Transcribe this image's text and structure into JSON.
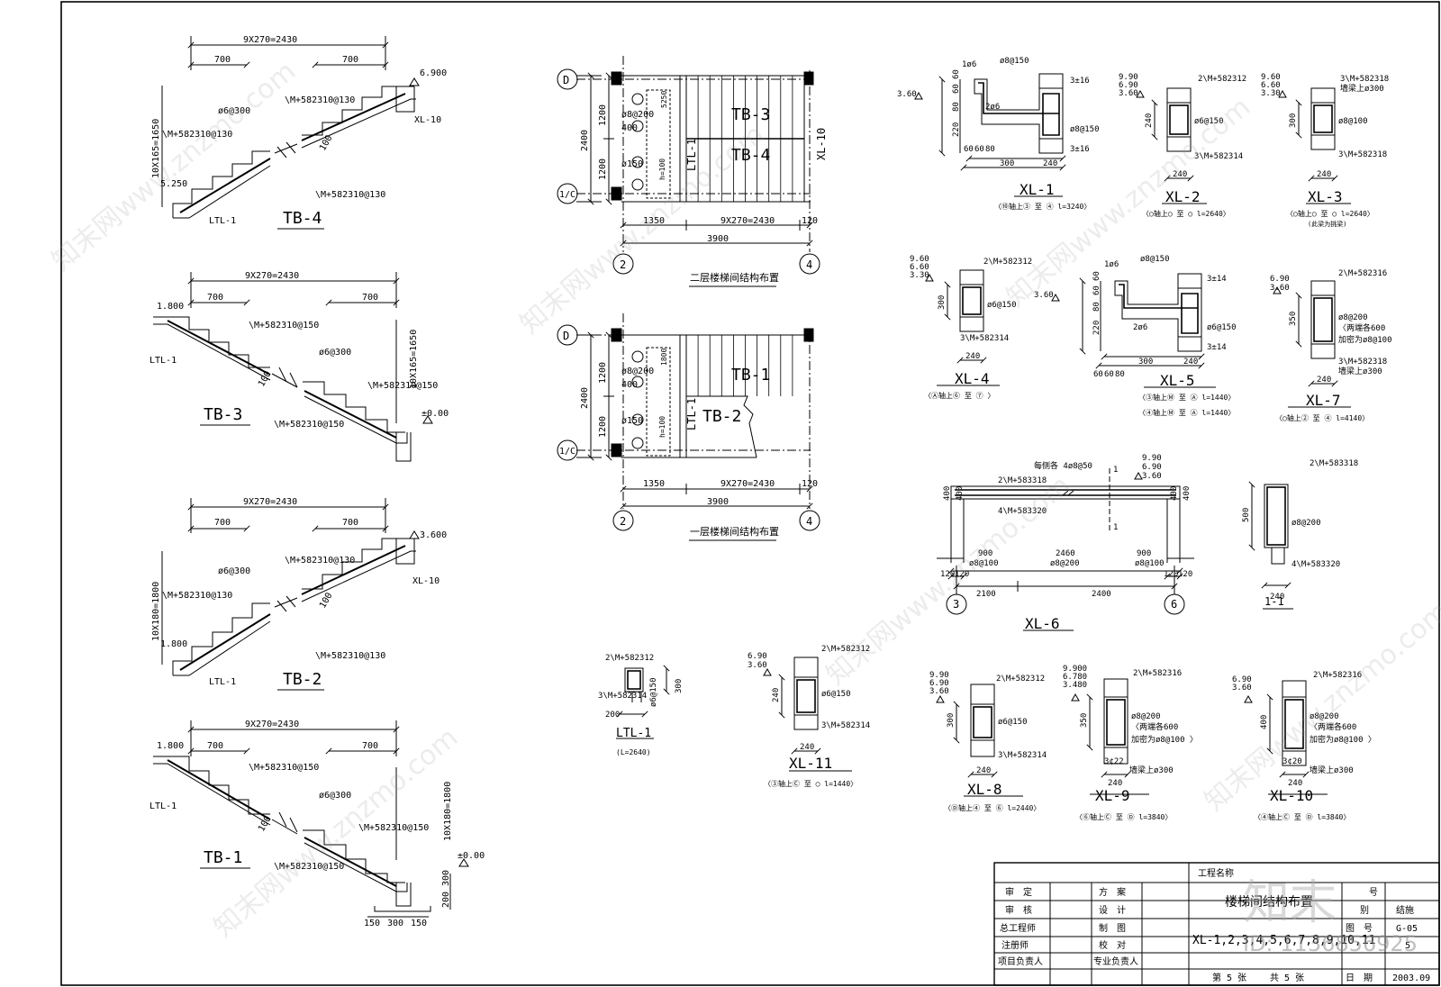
{
  "stair_sections": {
    "tb4": {
      "label": "TB-4",
      "top_dim": "9X270=2430",
      "dim_left": "700",
      "dim_right": "700",
      "vert_dim": "10X165=1650",
      "elev_top": "6.900",
      "elev_bot": "5.250",
      "rebar_top": "\\M+582310@130",
      "rebar_mid": "\\M+582310@130",
      "rebar_bot": "\\M+582310@130",
      "dist": "ø6@300",
      "thick": "100",
      "beam_top": "XL-10",
      "beam_bot": "LTL-1"
    },
    "tb3": {
      "label": "TB-3",
      "top_dim": "9X270=2430",
      "dim_left": "700",
      "dim_right": "700",
      "vert_dim": "10X165=1650",
      "elev_top": "1.800",
      "elev_bot": "±0.00",
      "rebar_top": "\\M+582310@150",
      "rebar_mid": "\\M+582310@150",
      "rebar_bot": "\\M+582310@150",
      "dist": "ø6@300",
      "thick": "100",
      "beam_top": "LTL-1"
    },
    "tb2": {
      "label": "TB-2",
      "top_dim": "9X270=2430",
      "dim_left": "700",
      "dim_right": "700",
      "vert_dim": "10X180=1800",
      "elev_top": "3.600",
      "elev_bot": "1.800",
      "rebar_top": "\\M+582310@130",
      "rebar_mid": "\\M+582310@130",
      "rebar_bot": "\\M+582310@130",
      "dist": "ø6@300",
      "thick": "100",
      "beam_top": "XL-10",
      "beam_bot": "LTL-1"
    },
    "tb1": {
      "label": "TB-1",
      "top_dim": "9X270=2430",
      "dim_left": "700",
      "dim_right": "700",
      "vert_dim": "10X180=1800",
      "elev_top": "1.800",
      "elev_bot": "±0.00",
      "rebar_top": "\\M+582310@150",
      "rebar_mid": "\\M+582310@150",
      "rebar_bot": "\\M+582310@150",
      "dist": "ø6@300",
      "thick": "100",
      "beam_top": "LTL-1",
      "found_h1": "200",
      "found_h2": "300",
      "found_w1": "150",
      "found_w2": "300",
      "found_w3": "150"
    }
  },
  "plans": {
    "second": {
      "title": "二层楼梯间结构布置",
      "axis_d": "D",
      "axis_c": "1/C",
      "axis_2": "2",
      "axis_4": "4",
      "dim_2400": "2400",
      "dim_1200a": "1200",
      "dim_1200b": "1200",
      "dim_1350": "1350",
      "dim_run": "9X270=2430",
      "dim_120": "120",
      "dim_total": "3900",
      "slab_a": "TB-3",
      "slab_b": "TB-4",
      "beam_v": "XL-10",
      "beam_l": "LTL-1",
      "note_a": "ø8@200",
      "note_b": "400",
      "note_c": "ø150",
      "note_d": "h=100",
      "note_e": "5250"
    },
    "first": {
      "title": "一层楼梯间结构布置",
      "axis_d": "D",
      "axis_c": "1/C",
      "axis_2": "2",
      "axis_4": "4",
      "dim_2400": "2400",
      "dim_1200a": "1200",
      "dim_1200b": "1200",
      "dim_1350": "1350",
      "dim_run": "9X270=2430",
      "dim_120": "120",
      "dim_total": "3900",
      "slab_a": "TB-1",
      "slab_b": "TB-2",
      "beam_l": "LTL-1",
      "note_a": "ø8@200",
      "note_b": "400",
      "note_c": "ø150",
      "note_d": "h=100",
      "note_e": "1800"
    }
  },
  "beams": {
    "xl1": {
      "name": "XL-1",
      "elev": "3.60",
      "top": "1ø6",
      "stir": "ø8@150",
      "r1": "3±16",
      "r2": "3±16",
      "r3": "2ø6",
      "dims": [
        "300",
        "240"
      ],
      "left_dims": [
        "60",
        "60",
        "80",
        "220"
      ],
      "bot_dims": [
        "60",
        "60",
        "80"
      ],
      "stir2": "ø8@150",
      "loc": "〈⑩轴上③ 至 ④ l=3240〉"
    },
    "xl2": {
      "name": "XL-2",
      "elev": [
        "9.90",
        "6.90",
        "3.60"
      ],
      "top": "2\\M+582312",
      "stir": "ø6@150",
      "bot": "3\\M+582314",
      "h": "240",
      "w": "240",
      "loc": "〈◯轴上◯ 至 ◯ l=2640〉"
    },
    "xl3": {
      "name": "XL-3",
      "elev": [
        "9.60",
        "6.60",
        "3.30"
      ],
      "top": "3\\M+582318",
      "top2": "墙梁上ø300",
      "stir": "ø8@100",
      "bot": "3\\M+582318",
      "h": "300",
      "w": "240",
      "loc": "〈◯轴上◯ 至 ◯ l=2640〉",
      "sub": "(此梁为挑梁)"
    },
    "xl4": {
      "name": "XL-4",
      "elev": [
        "9.60",
        "6.60",
        "3.30"
      ],
      "top": "2\\M+582312",
      "stir": "ø6@150",
      "bot": "3\\M+582314",
      "h": "300",
      "w": "240",
      "loc": "〈Ⓐ轴上⑥ 至 ⑦ 〉"
    },
    "xl5": {
      "name": "XL-5",
      "elev": "3.60",
      "top": "1ø6",
      "stir": "ø8@150",
      "r1": "3±14",
      "r2": "3±14",
      "r3": "2ø6",
      "stir2": "ø6@150",
      "dims": [
        "300",
        "240"
      ],
      "left_dims": [
        "60",
        "60",
        "80",
        "220"
      ],
      "bot_dims": [
        "60",
        "60",
        "80"
      ],
      "loc1": "〈③轴上Ⓜ 至 Ⓐ l=1440〉",
      "loc2": "〈④轴上Ⓜ 至 Ⓐ l=1440〉"
    },
    "xl7": {
      "name": "XL-7",
      "elev": [
        "6.90",
        "3.60"
      ],
      "top": "2\\M+582316",
      "stir": "ø8@200",
      "note1": "〈两端各600",
      "note2": "加密为ø8@100",
      "bot": "3\\M+582318",
      "bot2": "墙梁上ø300",
      "h": "350",
      "w": "240",
      "loc": "〈◯轴上② 至 ④ l=4140〉"
    },
    "xl6": {
      "name": "XL-6",
      "elev": [
        "9.90",
        "6.90",
        "3.60"
      ],
      "top_note": "每侧各 4ø8@50",
      "top_bar": "2\\M+583318",
      "bot_bar": "4\\M+583320",
      "s1": "ø8@100",
      "s2": "ø8@200",
      "s3": "ø8@100",
      "d900a": "900",
      "d2460": "2460",
      "d900b": "900",
      "d120a": "120",
      "d120b": "120",
      "d120c": "120",
      "d120d": "120",
      "d2100": "2100",
      "d2400": "2400",
      "h400a": "400",
      "h400b": "400",
      "h400c": "400",
      "h400d": "400",
      "axis_l": "3",
      "axis_r": "6",
      "cut": "1"
    },
    "sec11": {
      "name": "1-1",
      "top": "2\\M+583318",
      "stir": "ø8@200",
      "bot": "4\\M+583320",
      "h": "500",
      "w": "240"
    },
    "ltl1": {
      "name": "LTL-1",
      "top": "2\\M+582312",
      "bot": "3\\M+582314",
      "stir": "ø6@150",
      "h": "300",
      "w": "200",
      "loc": "(L=2640)"
    },
    "xl11": {
      "name": "XL-11",
      "elev": [
        "6.90",
        "3.60"
      ],
      "top": "2\\M+582312",
      "stir": "ø6@150",
      "bot": "3\\M+582314",
      "h": "240",
      "w": "240",
      "loc": "〈③轴上Ⓒ 至 ◯ l=1440〉"
    },
    "xl8": {
      "name": "XL-8",
      "elev": [
        "9.90",
        "6.90",
        "3.60"
      ],
      "top": "2\\M+582312",
      "stir": "ø6@150",
      "bot": "3\\M+582314",
      "h": "300",
      "w": "240",
      "loc": "〈Ⓓ轴上④ 至 ⑥ l=2440〉"
    },
    "xl9": {
      "name": "XL-9",
      "elev": [
        "9.900",
        "6.780",
        "3.480"
      ],
      "top": "2\\M+582316",
      "stir": "ø8@200",
      "note1": "〈两端各600",
      "note2": "加密为ø8@100 〉",
      "bot": "3¢22",
      "bot2": "墙梁上ø300",
      "h": "350",
      "w": "240",
      "loc": "〈⑥轴上Ⓒ 至 Ⓓ l=3840〉"
    },
    "xl10": {
      "name": "XL-10",
      "elev": [
        "6.90",
        "3.60"
      ],
      "top": "2\\M+582316",
      "stir": "ø8@200",
      "note1": "〈两端各600",
      "note2": "加密为ø8@100 〉",
      "bot": "3¢20",
      "bot2": "墙梁上ø300",
      "h": "400",
      "w": "240",
      "loc": "〈④轴上Ⓒ 至 Ⓓ l=3840〉"
    }
  },
  "title_block": {
    "project_label": "工程名称",
    "drawing_title": "楼梯间结构布置",
    "drawing_list": "XL-1,2,3,4,5,6,7,8,9,10,11",
    "r1a": "审　定",
    "r1b": "方　案",
    "r2a": "审　核",
    "r2b": "设　计",
    "r3a": "总工程师",
    "r3b": "制　图",
    "r4a": "注册师",
    "r4b": "校　对",
    "r5a": "项目负责人",
    "r5b": "专业负责人",
    "no_label": "号",
    "cat_label": "别",
    "cat_value": "结施",
    "fig_label": "图　号",
    "fig_value": "G-05",
    "page_label": "5",
    "sheet": "第 5 张",
    "total": "共 5 张",
    "date_label": "日　期",
    "date_value": "2003.09"
  },
  "watermark": {
    "site": "知末网www.znzmo.com",
    "brand": "知末",
    "id": "ID: 1136856925"
  }
}
